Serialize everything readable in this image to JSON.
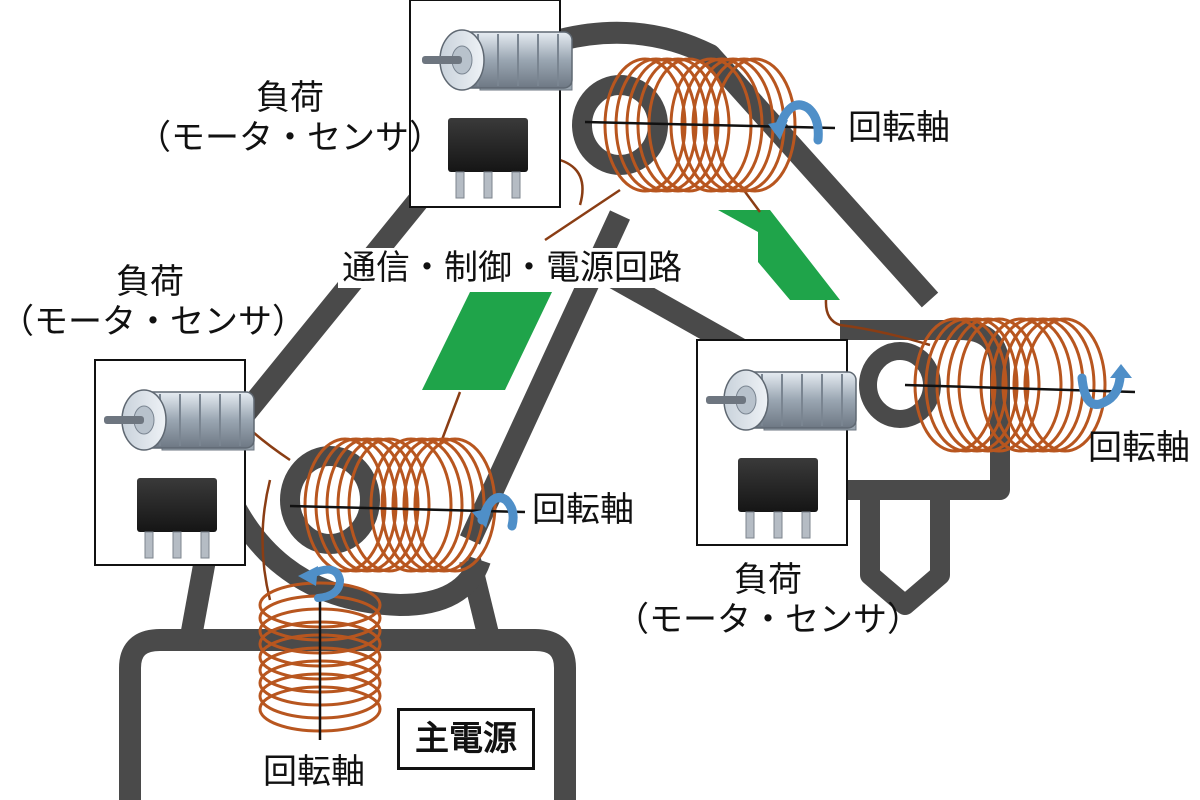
{
  "labels": {
    "load_top": {
      "line1": "負荷",
      "line2": "（モータ・センサ）"
    },
    "load_left": {
      "line1": "負荷",
      "line2": "（モータ・センサ）"
    },
    "load_right": {
      "line1": "負荷",
      "line2": "（モータ・センサ）"
    },
    "circuit": "通信・制御・電源回路",
    "axis_top": "回転軸",
    "axis_right": "回転軸",
    "axis_middle": "回転軸",
    "axis_bottom": "回転軸",
    "main_power": "主電源"
  },
  "colors": {
    "arm": "#4a4a4a",
    "coil": "#b8561f",
    "circuit_board": "#1fa44a",
    "arrow": "#4f8fc8",
    "wire": "#8a3d14"
  },
  "icons": [
    "motor-icon",
    "sensor-chip-icon",
    "coil-icon",
    "rotation-arrow-icon",
    "circuit-board-icon"
  ]
}
